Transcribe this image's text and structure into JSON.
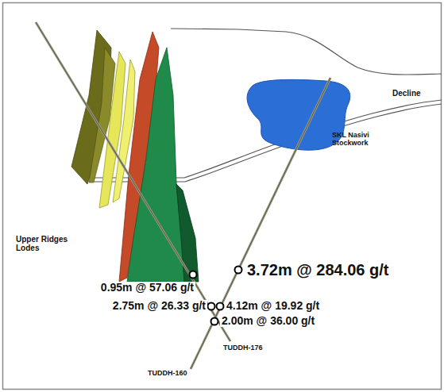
{
  "diagram": {
    "labels": [
      "Upper Ridges Lodes",
      "SKL Nasivi Stockwork",
      "Decline",
      "0.95m @ 57.06 g/t",
      "3.72m @ 284.06 g/t",
      "2.75m @ 26.33 g/t",
      "4.12m @ 19.92 g/t",
      "2.00m @ 36.00 g/t",
      "TUDDH-176",
      "TUDDH-160"
    ]
  }
}
